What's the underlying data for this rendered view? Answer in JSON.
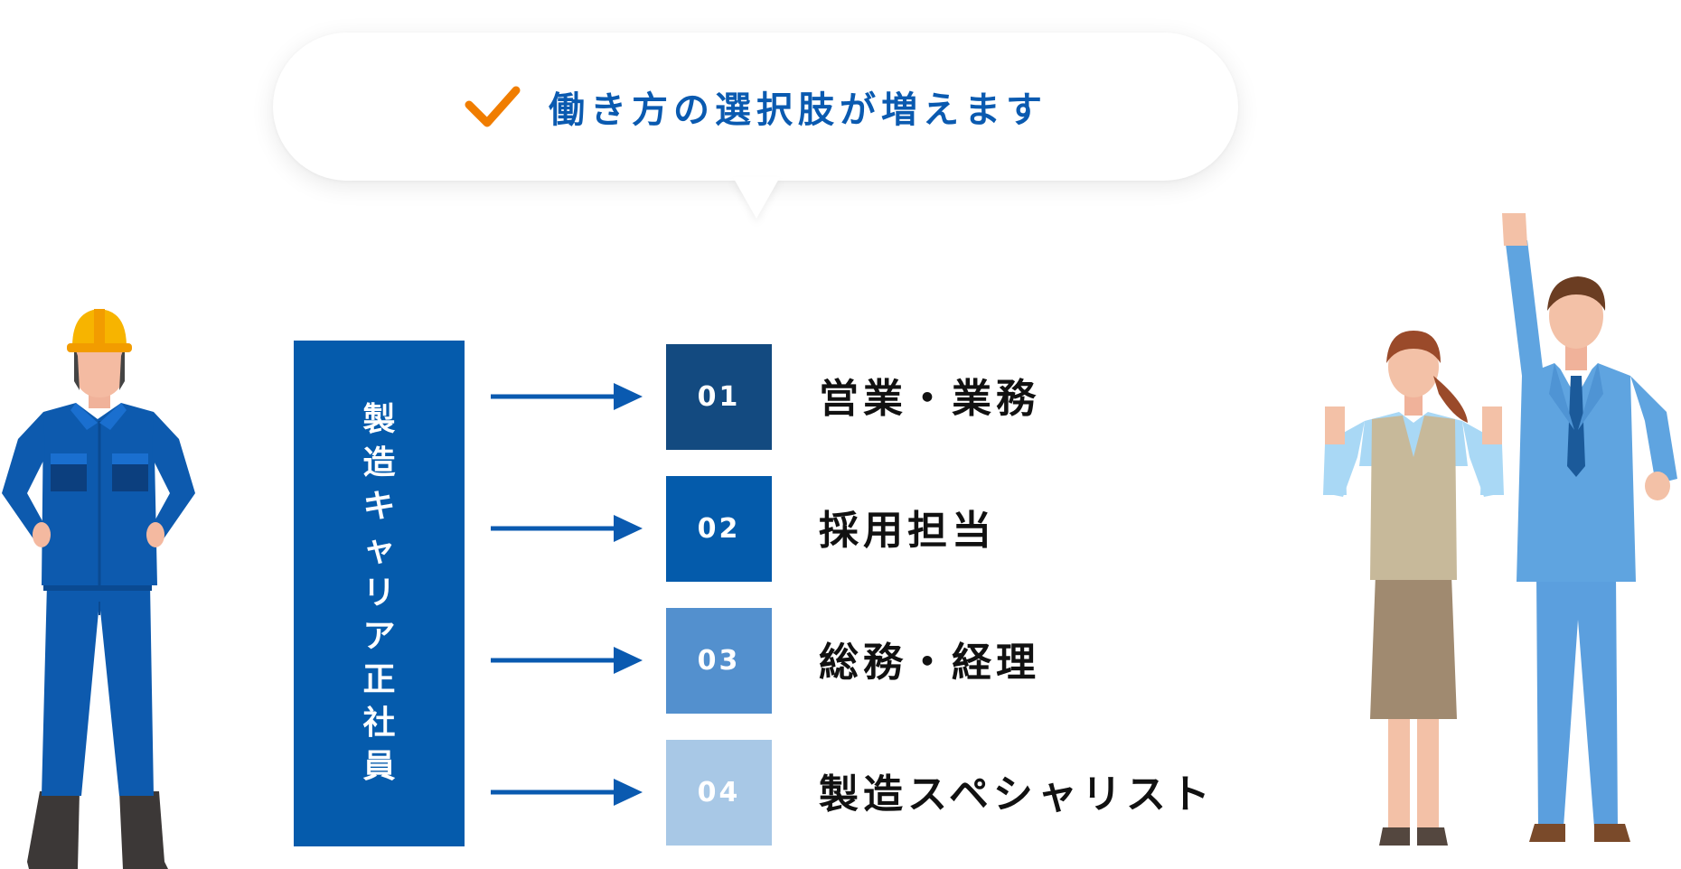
{
  "headline": {
    "text": "働き方の選択肢が増えます",
    "icon": "checkmark-icon",
    "icon_color": "#f07d00",
    "text_color": "#0a5ab0"
  },
  "source": {
    "chars": [
      "製",
      "造",
      "キ",
      "ャ",
      "リ",
      "ア",
      "正",
      "社",
      "員"
    ],
    "color": "#055bac"
  },
  "rows": [
    {
      "number": "01",
      "label": "営業・業務",
      "color": "#134a80"
    },
    {
      "number": "02",
      "label": "採用担当",
      "color": "#045bab"
    },
    {
      "number": "03",
      "label": "総務・経理",
      "color": "#5390ce"
    },
    {
      "number": "04",
      "label": "製造スペシャリスト",
      "color": "#a8c8e6"
    }
  ],
  "illustrations": {
    "left": "factory-worker-illustration",
    "right": "office-workers-illustration"
  }
}
